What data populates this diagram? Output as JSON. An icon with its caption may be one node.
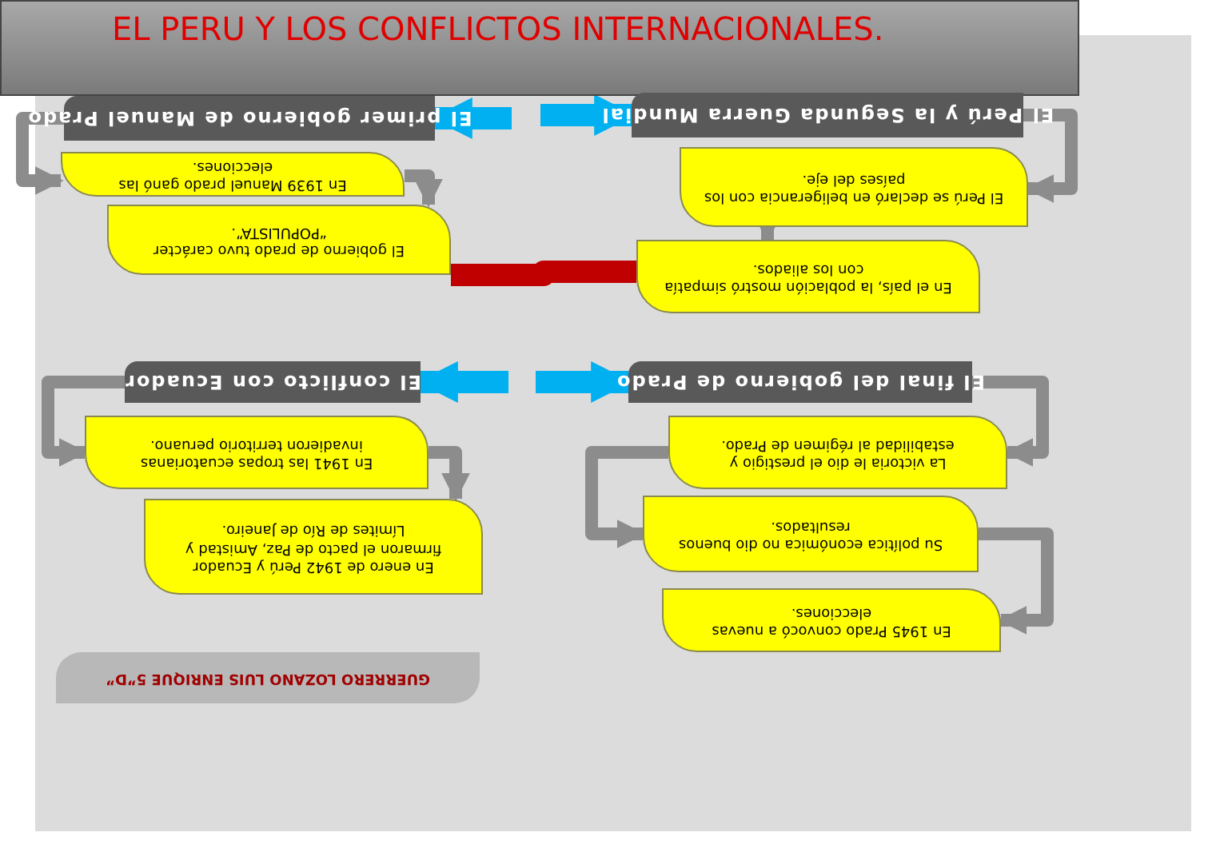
{
  "diagram": {
    "title": "EL PERU  Y LOS CONFLICTOS INTERNACIONALES.",
    "nodes": [
      {
        "text": [
          "El Perú y la Segunda Guerra Mundial"
        ]
      },
      {
        "text": [
          "El Perú se declaró  en beligerancia con los países del eje."
        ]
      },
      {
        "text": [
          "En el país, la población mostró simpatía con los aliados."
        ]
      },
      {
        "text": [
          "El primer gobierno de Manuel Prado"
        ]
      },
      {
        "text": [
          "En 1939 Manuel prado ganó las elecciones."
        ]
      },
      {
        "text": [
          "El gobierno de prado tuvo carácter “POPULISTA”."
        ]
      },
      {
        "text": [
          "El conflicto con Ecuador"
        ]
      },
      {
        "text": [
          "En 1941 las tropas ecuatorianas invadieron territorio peruano."
        ]
      },
      {
        "text": [
          "En enero de 1942 Perú y Ecuador firmaron el pacto de Paz, Amistad y Límites de Río de Janeiro."
        ]
      },
      {
        "text": [
          "El final del gobierno de Prado"
        ]
      },
      {
        "text": [
          "La victoria le dio el prestigio y estabilidad al régimen de Prado."
        ]
      },
      {
        "text": [
          "Su política económica no dio buenos resultados."
        ]
      },
      {
        "text": [
          "En 1945 Prado convocó a nuevas elecciones."
        ]
      },
      {
        "text": [
          "GUERRERO LOZANO LUIS ENRIQUE 5”D”"
        ]
      }
    ],
    "edges": [
      {
        "from": null,
        "to": 0,
        "arrow": "to",
        "color": "#00b0f0"
      },
      {
        "from": null,
        "to": 3,
        "arrow": "to",
        "color": "#00b0f0"
      },
      {
        "from": null,
        "to": 6,
        "arrow": "to",
        "color": "#00b0f0"
      },
      {
        "from": null,
        "to": 9,
        "arrow": "to",
        "color": "#00b0f0"
      },
      {
        "from": 0,
        "to": 1,
        "arrow": "to"
      },
      {
        "from": 1,
        "to": 2,
        "arrow": "to"
      },
      {
        "from": 3,
        "to": 4,
        "arrow": "to"
      },
      {
        "from": 4,
        "to": 5,
        "arrow": "to"
      },
      {
        "from": 6,
        "to": 7,
        "arrow": "to"
      },
      {
        "from": 7,
        "to": 8,
        "arrow": "to"
      },
      {
        "from": 9,
        "to": 10,
        "arrow": "to"
      },
      {
        "from": 10,
        "to": 11,
        "arrow": "to"
      },
      {
        "from": 11,
        "to": 12,
        "arrow": "to"
      },
      {
        "from": 2,
        "to": 5,
        "arrow": "none",
        "color": "#c00000"
      }
    ]
  }
}
